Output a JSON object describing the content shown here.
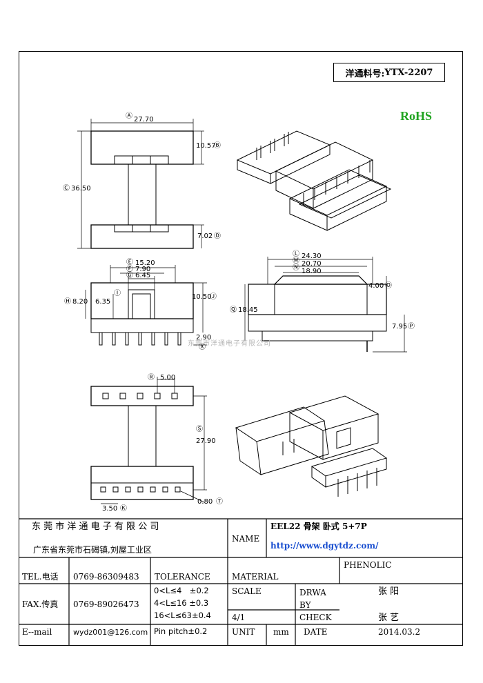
{
  "part_number": {
    "label": "洋通料号:",
    "value": "YTX-2207"
  },
  "rohs": "RoHS",
  "watermark": "东莞市洋通电子有限公司",
  "dimensions": {
    "top_width": "27.70",
    "top_height": "10.57",
    "overall_length": "36.50",
    "bottom_height": "7.02",
    "front_width": "15.20",
    "window_width": "7.90",
    "core_width": "6.45",
    "front_total_height": "8.20",
    "front_height": "6.35",
    "front_right_height": "10.50",
    "pin_length": "2.90",
    "side_w1": "24.30",
    "side_w2": "20.70",
    "side_w3": "18.90",
    "side_step": "4.00",
    "side_height": "18.45",
    "side_pin": "7.95",
    "pitch_top": "5.00",
    "pin_span": "27.90",
    "pin_dia": "0.80",
    "pin_pitch": "3.50"
  },
  "markers": {
    "a": "Ⓐ",
    "b": "Ⓑ",
    "c": "Ⓒ",
    "d": "Ⓓ",
    "e": "Ⓔ",
    "f": "Ⓕ",
    "g": "Ⓖ",
    "h": "Ⓗ",
    "i": "Ⓘ",
    "j": "Ⓙ",
    "k": "Ⓚ",
    "l": "Ⓛ",
    "m": "Ⓜ",
    "n": "Ⓝ",
    "o": "Ⓞ",
    "p": "Ⓟ",
    "q": "Ⓠ",
    "r": "Ⓡ",
    "s": "Ⓢ",
    "t": "Ⓣ",
    "x": "Ⓧ"
  },
  "title_block": {
    "company": "东 莞 市 洋 通 电 子 有 限 公 司",
    "address": "广东省东莞市石碣镇,刘屋工业区",
    "name_label": "NAME",
    "name_value": "EEL22 骨架 卧式 5+7P",
    "url": "http://www.dgytdz.com/",
    "tel_label": "TEL.电话",
    "tel_value": "0769-86309483",
    "tolerance_label": "TOLERANCE",
    "material_label": "MATERIAL",
    "material_value": "PHENOLIC",
    "fax_label": "FAX.传真",
    "fax_value": "0769-89026473",
    "tol1": "0<L≤4　±0.2",
    "tol2": "4<L≤16 ±0.3",
    "tol3": "16<L≤63±0.4",
    "tol4": "Pin pitch±0.2",
    "scale_label": "SCALE",
    "scale_value": "4/1",
    "drawn_label": "DRWA BY",
    "drawn_value": "张 阳",
    "check_label": "CHECK",
    "check_value": "张 艺",
    "email_label": "E--mail",
    "email_value": "wydz001@126.com",
    "unit_label": "UNIT",
    "unit_value": "mm",
    "date_label": "DATE",
    "date_value": "2014.03.2"
  }
}
